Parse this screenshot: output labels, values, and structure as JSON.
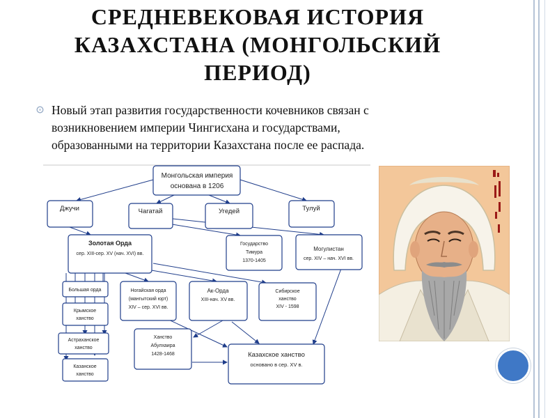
{
  "title": {
    "line1": "СРЕДНЕВЕКОВАЯ ИСТОРИЯ",
    "line2": "КАЗАХСТАНА (МОНГОЛЬСКИЙ",
    "line3": "ПЕРИОД)"
  },
  "body": {
    "line1": "Новый этап развития государственности кочевников связан с",
    "line2": "возникновением империи Чингисхана и государствами,",
    "line3": "образованными на территории Казахстана после ее распада."
  },
  "diagram": {
    "mongol_empire": {
      "l1": "Монгольская империя",
      "l2": "основана в 1206"
    },
    "jochi": "Джучи",
    "chagatai": "Чагатай",
    "ugedei": "Угедей",
    "tului": "Тулуй",
    "golden_horde": {
      "l1": "Золотая Орда",
      "l2": "сер. XIII-сер. XV (нач. XVI) вв."
    },
    "timur": {
      "l1": "Государство",
      "l2": "Тимура",
      "l3": "1370-1405"
    },
    "moghulistan": {
      "l1": "Могулистан",
      "l2": "сер. XIV – нач. XVI вв."
    },
    "great_horde": "Большая орда",
    "crimea": {
      "l1": "Крымское",
      "l2": "ханство"
    },
    "astrakhan": {
      "l1": "Астраханское",
      "l2": "ханство"
    },
    "kazan": {
      "l1": "Казанское",
      "l2": "ханство"
    },
    "nogai": {
      "l1": "Ногайская орда",
      "l2": "(мангытский юрт)",
      "l3": "XIV – сер. XVI вв."
    },
    "ak_orda": {
      "l1": "Ак-Орда",
      "l2": "XIII-нач. XV вв."
    },
    "siberian": {
      "l1": "Сибирское",
      "l2": "ханство",
      "l3": "XIV - 1598"
    },
    "abulkhair": {
      "l1": "Ханство",
      "l2": "Абулхаира",
      "l3": "1428-1468"
    },
    "kazakh": {
      "l1": "Казахское ханство",
      "l2": "основано в сер. XV в."
    }
  },
  "colors": {
    "box_border": "#1f3d8a",
    "arrow": "#1f3d8a",
    "accent_button": "#3f78c6",
    "frame_lines": "#b5c3d6",
    "robe": "#f1ece0",
    "background": "#f3c79a"
  },
  "icons": {
    "bullet": "circle-bullet-icon",
    "nav_button": "blue-circle"
  }
}
